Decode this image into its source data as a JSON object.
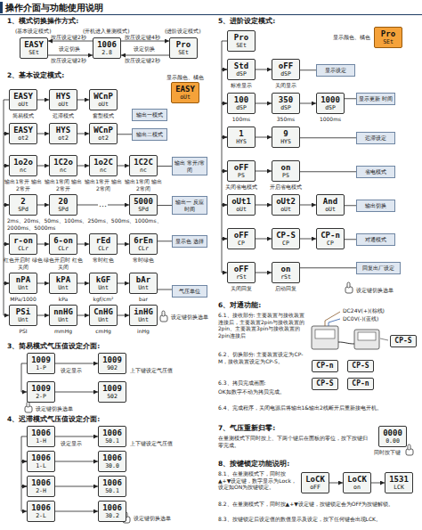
{
  "diagram": {
    "title": "操作介面与功能使用说明",
    "nodes": [
      {
        "text": [
          "EASY",
          "SEt"
        ]
      },
      {
        "text": [
          "1006",
          "2.8"
        ]
      },
      {
        "text": [
          "Pro",
          "SEt"
        ]
      },
      {
        "text": [
          "EASY",
          "oUt"
        ]
      },
      {
        "text": [
          "HYS",
          "oUt"
        ]
      },
      {
        "text": [
          "WCnP",
          "oUt"
        ]
      },
      {
        "text": [
          "EASY",
          "oUt"
        ]
      },
      {
        "text": [
          "输出一模式"
        ]
      },
      {
        "text": [
          "EASY",
          "ot2"
        ]
      },
      {
        "text": [
          "HYS",
          "ot2"
        ]
      },
      {
        "text": [
          "WCnP",
          "ot2"
        ]
      },
      {
        "text": [
          "输出二模式"
        ]
      },
      {
        "text": [
          "1o2o",
          "nc"
        ]
      },
      {
        "text": [
          "1C2o",
          "nc"
        ]
      },
      {
        "text": [
          "1o2C",
          "nc"
        ]
      },
      {
        "text": [
          "1C2C",
          "nc"
        ]
      },
      {
        "text": [
          "输出 常开/常闭"
        ]
      },
      {
        "text": [
          "2",
          "SPd"
        ]
      },
      {
        "text": [
          "20",
          "SPd"
        ]
      },
      {
        "text": [
          "5000",
          "SPd"
        ]
      },
      {
        "text": [
          "输出一 反应时间"
        ]
      },
      {
        "text": [
          "r-on",
          "CLr"
        ]
      },
      {
        "text": [
          "6-on",
          "CLr"
        ]
      },
      {
        "text": [
          "rEd",
          "CLr"
        ]
      },
      {
        "text": [
          "6rEn",
          "CLr"
        ]
      },
      {
        "text": [
          "显示色 选择"
        ]
      },
      {
        "text": [
          "nPA",
          "Unt"
        ]
      },
      {
        "text": [
          "kPA",
          "Unt"
        ]
      },
      {
        "text": [
          "kGF",
          "Unt"
        ]
      },
      {
        "text": [
          "bAr",
          "Unt"
        ]
      },
      {
        "text": [
          "PSi",
          "Unt"
        ]
      },
      {
        "text": [
          "nnHG",
          "Unt"
        ]
      },
      {
        "text": [
          "CnHG",
          "Unt"
        ]
      },
      {
        "text": [
          "inHG",
          "Unt"
        ]
      },
      {
        "text": [
          "气压单位"
        ]
      },
      {
        "text": [
          "1009",
          "1-P"
        ]
      },
      {
        "text": [
          "1009",
          "902"
        ]
      },
      {
        "text": [
          "1009",
          "2-P"
        ]
      },
      {
        "text": [
          "1009",
          "502"
        ]
      },
      {
        "text": [
          "1006",
          "1-H"
        ]
      },
      {
        "text": [
          "1006",
          "50.1"
        ]
      },
      {
        "text": [
          "1006",
          "1-L"
        ]
      },
      {
        "text": [
          "1006",
          "30.0"
        ]
      },
      {
        "text": [
          "1006",
          "2-H"
        ]
      },
      {
        "text": [
          "1006",
          "50.1"
        ]
      },
      {
        "text": [
          "1006",
          "2-L"
        ]
      },
      {
        "text": [
          "1006",
          "30.2"
        ]
      },
      {
        "text": [
          "Pro",
          "SEt"
        ]
      },
      {
        "text": [
          "Pro",
          "SEt"
        ]
      },
      {
        "text": [
          "Std",
          "dSP"
        ]
      },
      {
        "text": [
          "oFF",
          "dSP"
        ]
      },
      {
        "text": [
          "显示设定"
        ]
      },
      {
        "text": [
          "100",
          "dSP"
        ]
      },
      {
        "text": [
          "350",
          "dSP"
        ]
      },
      {
        "text": [
          "1000",
          "dSP"
        ]
      },
      {
        "text": [
          "显示更新 时间"
        ]
      },
      {
        "text": [
          "1",
          "HYS"
        ]
      },
      {
        "text": [
          "9",
          "HYS"
        ]
      },
      {
        "text": [
          "迟滞设定"
        ]
      },
      {
        "text": [
          "oFF",
          "PS"
        ]
      },
      {
        "text": [
          "on",
          "PS"
        ]
      },
      {
        "text": [
          "省电模式"
        ]
      },
      {
        "text": [
          "oUt1",
          "oUt"
        ]
      },
      {
        "text": [
          "oUt2",
          "oUt"
        ]
      },
      {
        "text": [
          "And",
          "oUt"
        ]
      },
      {
        "text": [
          "输出切换"
        ]
      },
      {
        "text": [
          "oFF",
          "CP"
        ]
      },
      {
        "text": [
          "CP-S",
          "CP"
        ]
      },
      {
        "text": [
          "CP-n",
          "CP"
        ]
      },
      {
        "text": [
          "对通模式"
        ]
      },
      {
        "text": [
          "oFF",
          "rSt"
        ]
      },
      {
        "text": [
          "on",
          "rSt"
        ]
      },
      {
        "text": [
          "回复出厂设定"
        ]
      },
      {
        "text": [
          "CP-S"
        ]
      },
      {
        "text": [
          "CP-n"
        ]
      },
      {
        "text": [
          "CP-S"
        ]
      },
      {
        "text": [
          "CP-S"
        ]
      },
      {
        "text": [
          "CP-n"
        ]
      },
      {
        "text": [
          "0000",
          "0.00"
        ]
      },
      {
        "text": [
          "LoCK",
          "oFF"
        ]
      },
      {
        "text": [
          "LoCK",
          "on"
        ]
      },
      {
        "text": [
          "1531",
          "LCK"
        ]
      }
    ],
    "edges": [
      {
        "from": 1,
        "to": 0,
        "arrow": "to"
      },
      {
        "from": 0,
        "to": 1,
        "arrow": "to"
      },
      {
        "from": 1,
        "to": 2,
        "arrow": "to"
      },
      {
        "from": 2,
        "to": 1,
        "arrow": "to"
      },
      {
        "from": 3,
        "to": 4,
        "arrow": "to"
      },
      {
        "from": 4,
        "to": 5,
        "arrow": "to"
      },
      {
        "from": 8,
        "to": 9,
        "arrow": "to"
      },
      {
        "from": 9,
        "to": 10,
        "arrow": "to"
      },
      {
        "from": 10,
        "to": 11,
        "arrow": "none"
      },
      {
        "from": 12,
        "to": 13,
        "arrow": "to"
      },
      {
        "from": 13,
        "to": 14,
        "arrow": "to"
      },
      {
        "from": 14,
        "to": 15,
        "arrow": "to"
      },
      {
        "from": 15,
        "to": 16,
        "arrow": "none"
      },
      {
        "from": 17,
        "to": 18,
        "arrow": "to"
      },
      {
        "from": 18,
        "to": 19,
        "arrow": "to"
      },
      {
        "from": 19,
        "to": 20,
        "arrow": "none"
      },
      {
        "from": 21,
        "to": 22,
        "arrow": "to"
      },
      {
        "from": 22,
        "to": 23,
        "arrow": "to"
      },
      {
        "from": 23,
        "to": 24,
        "arrow": "to"
      },
      {
        "from": 24,
        "to": 25,
        "arrow": "none"
      },
      {
        "from": 26,
        "to": 27,
        "arrow": "to"
      },
      {
        "from": 27,
        "to": 28,
        "arrow": "to"
      },
      {
        "from": 28,
        "to": 29,
        "arrow": "to"
      },
      {
        "from": 29,
        "to": 34,
        "arrow": "none"
      },
      {
        "from": 30,
        "to": 31,
        "arrow": "to"
      },
      {
        "from": 31,
        "to": 32,
        "arrow": "to"
      },
      {
        "from": 32,
        "to": 33,
        "arrow": "to"
      },
      {
        "from": 3,
        "to": 8,
        "arrow": "to"
      },
      {
        "from": 8,
        "to": 12,
        "arrow": "to"
      },
      {
        "from": 12,
        "to": 17,
        "arrow": "to"
      },
      {
        "from": 17,
        "to": 21,
        "arrow": "to"
      },
      {
        "from": 21,
        "to": 26,
        "arrow": "to"
      },
      {
        "from": 26,
        "to": 30,
        "arrow": "to"
      },
      {
        "from": 35,
        "to": 36,
        "arrow": "to"
      },
      {
        "from": 37,
        "to": 38,
        "arrow": "to"
      },
      {
        "from": 35,
        "to": 37,
        "arrow": "to"
      },
      {
        "from": 39,
        "to": 40,
        "arrow": "to"
      },
      {
        "from": 41,
        "to": 42,
        "arrow": "to"
      },
      {
        "from": 43,
        "to": 44,
        "arrow": "to"
      },
      {
        "from": 45,
        "to": 46,
        "arrow": "to"
      },
      {
        "from": 39,
        "to": 41,
        "arrow": "to"
      },
      {
        "from": 41,
        "to": 43,
        "arrow": "to"
      },
      {
        "from": 43,
        "to": 45,
        "arrow": "to"
      },
      {
        "from": 48,
        "to": 49,
        "arrow": "to"
      },
      {
        "from": 49,
        "to": 50,
        "arrow": "to"
      },
      {
        "from": 50,
        "to": 51,
        "arrow": "none"
      },
      {
        "from": 52,
        "to": 53,
        "arrow": "to"
      },
      {
        "from": 53,
        "to": 54,
        "arrow": "to"
      },
      {
        "from": 54,
        "to": 55,
        "arrow": "none"
      },
      {
        "from": 56,
        "to": 57,
        "arrow": "to"
      },
      {
        "from": 57,
        "to": 58,
        "arrow": "none"
      },
      {
        "from": 59,
        "to": 60,
        "arrow": "to"
      },
      {
        "from": 60,
        "to": 61,
        "arrow": "none"
      },
      {
        "from": 62,
        "to": 63,
        "arrow": "to"
      },
      {
        "from": 63,
        "to": 64,
        "arrow": "to"
      },
      {
        "from": 64,
        "to": 65,
        "arrow": "none"
      },
      {
        "from": 66,
        "to": 67,
        "arrow": "to"
      },
      {
        "from": 67,
        "to": 68,
        "arrow": "to"
      },
      {
        "from": 68,
        "to": 69,
        "arrow": "none"
      },
      {
        "from": 70,
        "to": 71,
        "arrow": "to"
      },
      {
        "from": 71,
        "to": 72,
        "arrow": "none"
      },
      {
        "from": 49,
        "to": 52,
        "arrow": "to"
      },
      {
        "from": 52,
        "to": 56,
        "arrow": "to"
      },
      {
        "from": 56,
        "to": 59,
        "arrow": "to"
      },
      {
        "from": 59,
        "to": 62,
        "arrow": "to"
      },
      {
        "from": 62,
        "to": 66,
        "arrow": "to"
      },
      {
        "from": 66,
        "to": 70,
        "arrow": "to"
      },
      {
        "from": 79,
        "to": 80,
        "arrow": "to"
      },
      {
        "from": 80,
        "to": 81,
        "arrow": "to"
      }
    ],
    "labels": [
      "1、模式切换操作方式:",
      "(基本设定模式)",
      "(开机进入量测模式)",
      "(进阶设定模式)",
      "按压设定键2秒",
      "设定切换",
      "按压设定键2秒",
      "按压设定键4秒",
      "设定切换",
      "按压设定键2秒",
      "2、基本设定模式:",
      "显示颜色、橘色",
      "简易模式",
      "迟滞模式",
      "窗型模式",
      "输出1常开 输出2常开",
      "输出1常闭 输出2常开",
      "输出1常开 输出2常闭",
      "输出1常闭 输出2常闭",
      "…",
      "2ms、20ms、50ms、100ms、250ms、500ms、1000ms、2000ms、5000ms",
      "红色开启时 绿色关闭",
      "绿色开启时 红色关闭",
      "常时红色",
      "常时绿色",
      "MPa/1000",
      "kPa",
      "kgf/cm²",
      "bar",
      "PSI",
      "mmHg",
      "cmHg",
      "inHg",
      "设定键切换选单",
      "3、简易模式气压值设定介面:",
      "设定显示",
      "上下键设定气压值",
      "设定键切换选单",
      "4、迟滞模式气压值设定介面:",
      "设定显示",
      "上下键设定气压值",
      "设定键切换选单",
      "5、进阶设定模式:",
      "显示颜色、橘色",
      "标准显示",
      "关闭显示",
      "100ms",
      "350ms",
      "1000ms",
      "关闭省电模式",
      "开启省电模式",
      "关闭回复",
      "启动回复",
      "设定键切换选单",
      "6、对通功能:",
      "6.1、接收部分: 主要装置与接收装置连接后，主要装置2pin与接收装置的2pin、主要装置3pin与接收装置的2pin连接后",
      "DC24V(+)(棕线)",
      "DC0V(-)(蓝线)",
      "6.2、切换部分: 主要装置设定为CP-M，接收装置设定为CP-S。",
      "6.3、拷贝完成画面:",
      "OK如数字不动为拷贝完成。",
      "6.4、完成程序，关闭电源后将输出1&输出2线断开后重新接电开机。",
      "7、气压重新归零:",
      "在量测模式下同时按上、下两个键后在面板的零位，按下按键归零完成。",
      "同时按下键",
      "8、按键锁定功能说明:",
      "8.1、在量测模式下，同时按▲+▼设定键，数字显示为Lock，设定如ON为按键锁定。",
      "8.2、在量测模式下，同时按▲+▼设定键，按键锁定会为OFF为按键解锁。",
      "8.3、按键锁定后设定值的数值显示及设定，按下任何键会出现LCK。"
    ]
  }
}
